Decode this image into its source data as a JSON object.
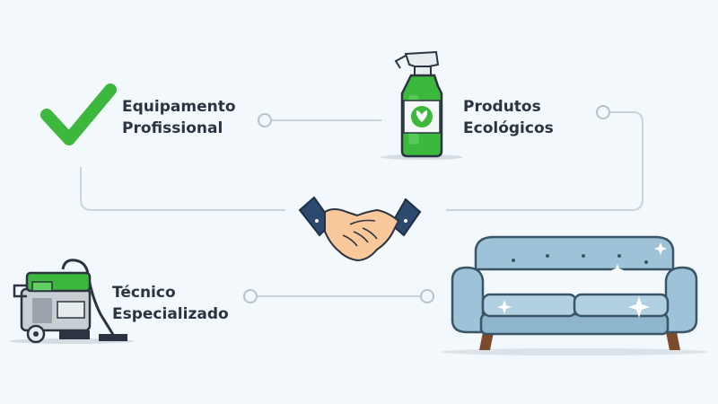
{
  "features": {
    "equipment": {
      "line1": "Equipamento",
      "line2": "Profissional",
      "icon": "checkmark-icon"
    },
    "products": {
      "line1": "Produtos",
      "line2": "Ecológicos",
      "icon": "spray-bottle-icon"
    },
    "technician": {
      "line1": "Técnico",
      "line2": "Especializado",
      "icon": "carpet-cleaner-machine-icon"
    }
  },
  "center": {
    "icon": "handshake-icon"
  },
  "result": {
    "icon": "sofa-icon"
  },
  "colors": {
    "background": "#f2f8fb",
    "accent_green": "#3cb83c",
    "connector": "#c9d3da",
    "text": "#2b3440",
    "sofa": "#9ec3d8",
    "sleeve": "#2d4a6e",
    "skin": "#f8c79a"
  }
}
